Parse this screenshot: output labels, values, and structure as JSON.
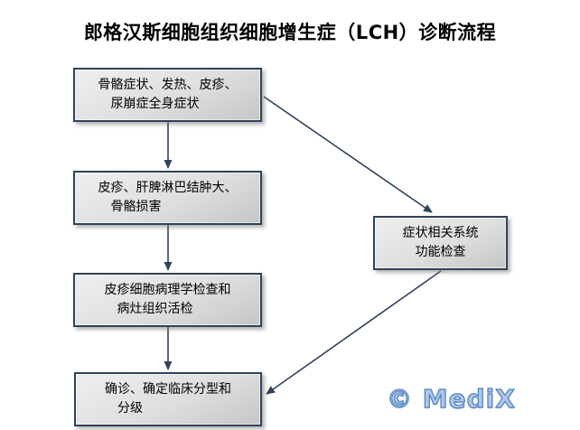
{
  "title": "郎格汉斯细胞组织细胞增生症（LCH）诊断流程",
  "flowchart": {
    "nodes": [
      {
        "id": "systemic-symptoms",
        "line1": "骨骼症状、发热、皮疹、",
        "line2": "尿崩症全身症状"
      },
      {
        "id": "clinical-signs",
        "line1": "皮疹、肝脾淋巴结肿大、",
        "line2": "骨骼损害"
      },
      {
        "id": "pathology-biopsy",
        "line1": "皮疹细胞病理学检查和",
        "line2": "病灶组织活检"
      },
      {
        "id": "final-diagnosis",
        "line1": "确诊、确定临床分型和",
        "line2": "分级"
      },
      {
        "id": "system-function-check",
        "line1": "症状相关系统",
        "line2": "功能检查"
      }
    ],
    "edges": [
      {
        "from": "systemic-symptoms",
        "to": "clinical-signs"
      },
      {
        "from": "clinical-signs",
        "to": "pathology-biopsy"
      },
      {
        "from": "pathology-biopsy",
        "to": "final-diagnosis"
      },
      {
        "from": "systemic-symptoms",
        "to": "system-function-check"
      },
      {
        "from": "system-function-check",
        "to": "final-diagnosis"
      }
    ]
  },
  "watermark": {
    "text": "© MediX"
  },
  "colors": {
    "box_border": "#2f4359",
    "arrow": "#2f4359",
    "box_fill_top": "#efefef",
    "box_fill_bottom": "#c6c6c6",
    "title_color": "#000000",
    "text_color": "#000000",
    "watermark_fill": "#aec6e8",
    "watermark_stroke": "#4f81bd"
  }
}
